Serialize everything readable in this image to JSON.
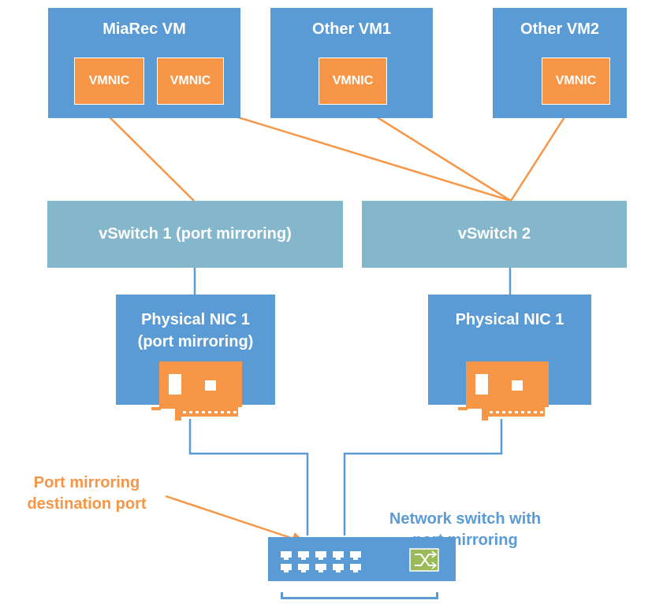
{
  "vms": [
    {
      "title": "MiaRec VM",
      "nics": [
        "VMNIC",
        "VMNIC"
      ]
    },
    {
      "title": "Other VM1",
      "nics": [
        "VMNIC"
      ]
    },
    {
      "title": "Other VM2",
      "nics": [
        "VMNIC"
      ]
    }
  ],
  "vswitches": [
    "vSwitch 1 (port mirroring)",
    "vSwitch 2"
  ],
  "physical_nics": [
    {
      "line1": "Physical NIC 1",
      "line2": "(port mirroring)"
    },
    {
      "line1": "Physical NIC 1",
      "line2": ""
    }
  ],
  "annotations": {
    "destination_port": {
      "line1": "Port mirroring",
      "line2": "destination port"
    },
    "network_switch": {
      "line1": "Network switch with",
      "line2": "port mirroring"
    }
  },
  "colors": {
    "vm_blue": "#5b9bd5",
    "vmnic_orange": "#f79646",
    "vswitch_teal": "#84b7cc",
    "switch_green": "#9bbb59"
  }
}
